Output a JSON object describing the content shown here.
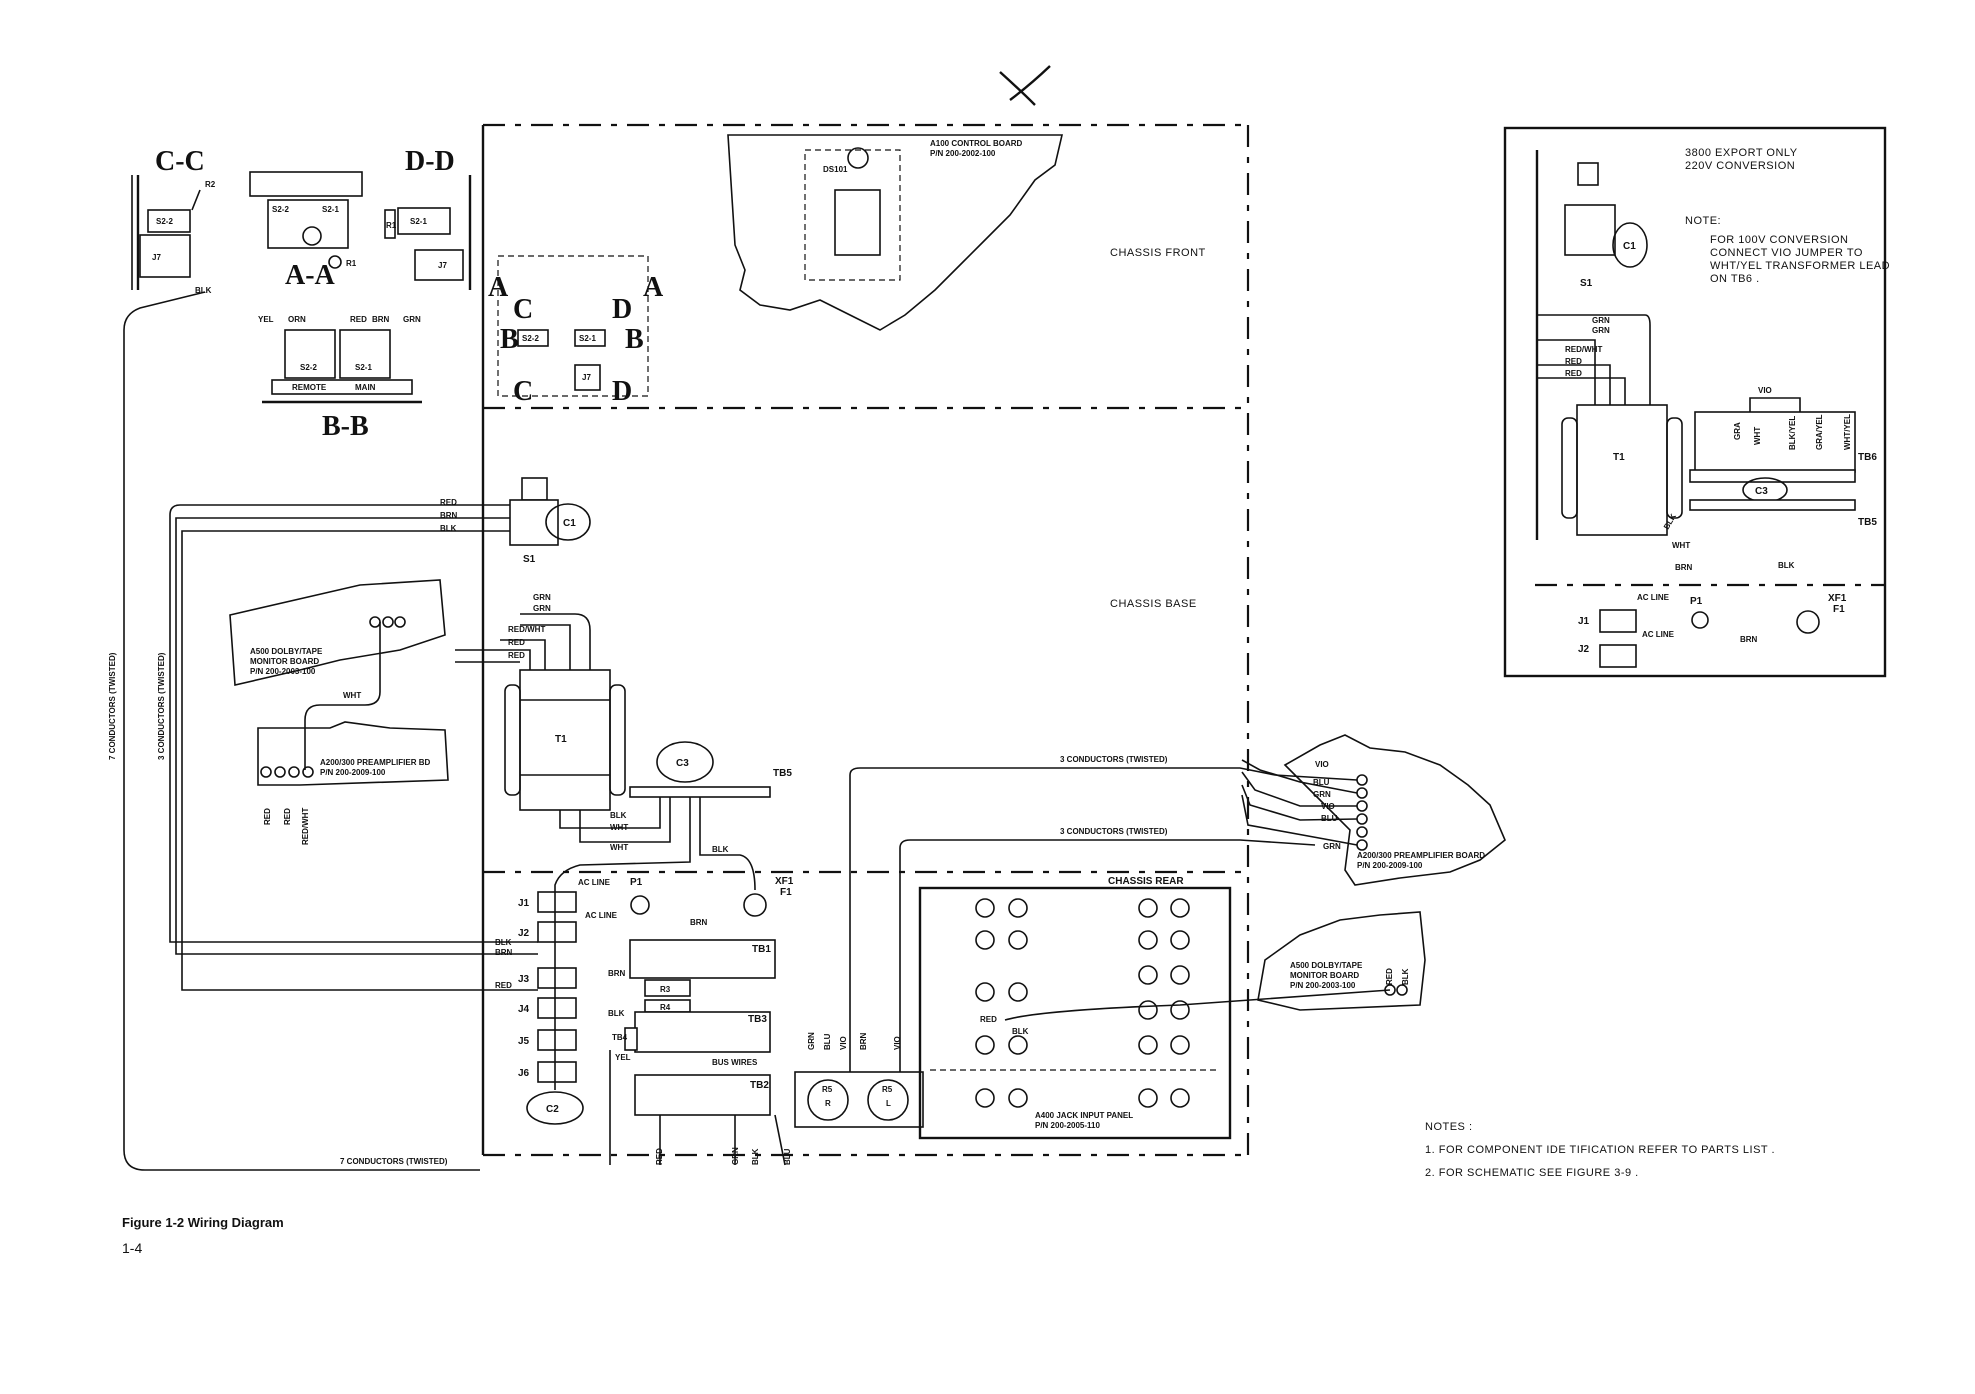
{
  "figure": {
    "title": "Figure 1-2 Wiring Diagram",
    "page": "1-4"
  },
  "sections": {
    "cc": "C-C",
    "dd": "D-D",
    "aa": "A-A",
    "bb": "B-B"
  },
  "view_letters": {
    "a": "A",
    "b": "B",
    "c": "C",
    "d": "D"
  },
  "zones": {
    "front": "CHASSIS  FRONT",
    "base": "CHASSIS  BASE",
    "rear": "CHASSIS  REAR"
  },
  "boards": {
    "a100": "A100 CONTROL BOARD",
    "a100_pn": "P/N 200-2002-100",
    "a500": "A500 DOLBY/TAPE",
    "a500_b": "MONITOR BOARD",
    "a500_pn": "P/N 200-2003-100",
    "a200": "A200/300 PREAMPLIFIER BD",
    "a200_pn": "P/N 200-2009-100",
    "a200r": "A200/300 PREAMPLIFIER BOARD",
    "a200r_pn": "P/N 200-2009-100",
    "a500r": "A500 DOLBY/TAPE",
    "a500r_b": "MONITOR BOARD",
    "a500r_pn": "P/N 200-2003-100",
    "a400": "A400 JACK INPUT PANEL",
    "a400_pn": "P/N 200-2005-110"
  },
  "components": {
    "s1": "S1",
    "c1": "C1",
    "c2": "C2",
    "c3": "C3",
    "t1": "T1",
    "tb1": "TB1",
    "tb2": "TB2",
    "tb3": "TB3",
    "tb4": "TB4",
    "tb5": "TB5",
    "tb6": "TB6",
    "p1": "P1",
    "xf1": "XF1",
    "f1": "F1",
    "r1": "R1",
    "r2": "R2",
    "r3": "R3",
    "r4": "R4",
    "r5": "R5",
    "ds101": "DS101",
    "j7": "J7",
    "s21": "S2-1",
    "s22": "S2-2",
    "j1": "J1",
    "j2": "J2",
    "j3": "J3",
    "j4": "J4",
    "j5": "J5",
    "j6": "J6",
    "remote": "REMOTE",
    "main": "MAIN",
    "rl": "R",
    "ll": "L"
  },
  "wires": {
    "red": "RED",
    "brn": "BRN",
    "blk": "BLK",
    "grn": "GRN",
    "wht": "WHT",
    "yel": "YEL",
    "orn": "ORN",
    "vio": "VIO",
    "blu": "BLU",
    "gra": "GRA",
    "redwht": "RED/WHT",
    "blkyel": "BLK/YEL",
    "grayel": "GRA/YEL",
    "whtyel": "WHT/YEL",
    "acline": "AC LINE",
    "buswires": "BUS WIRES",
    "c3tw": "3 CONDUCTORS (TWISTED)",
    "c7tw": "7 CONDUCTORS (TWISTED)"
  },
  "inset": {
    "title1": "3800  EXPORT  ONLY",
    "title2": "220V  CONVERSION",
    "note": "NOTE:",
    "n1": "FOR  100V  CONVERSION",
    "n2": "CONNECT  VIO  JUMPER  TO",
    "n3": "WHT/YEL  TRANSFORMER  LEAD",
    "n4": "ON  TB6 ."
  },
  "notes": {
    "heading": "NOTES :",
    "n1": "1.  FOR  COMPONENT  IDE  TIFICATION  REFER  TO  PARTS  LIST .",
    "n2": "2.  FOR  SCHEMATIC  SEE  FIGURE  3-9 ."
  }
}
